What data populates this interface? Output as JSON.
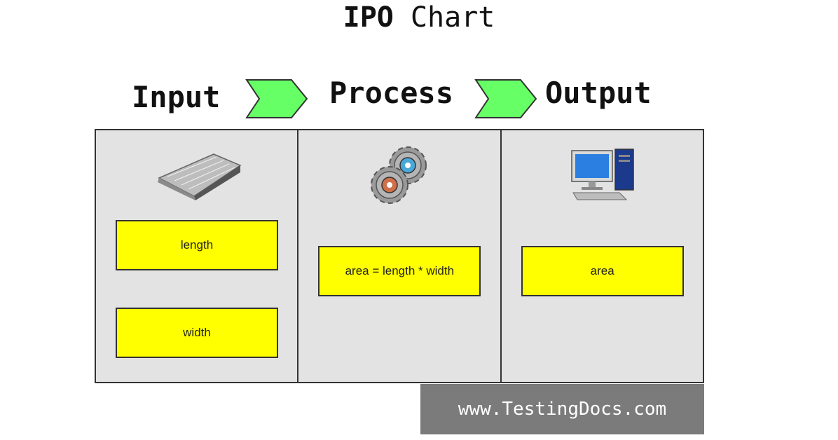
{
  "title": {
    "bold": "IPO",
    "rest": "Chart"
  },
  "phases": {
    "input": "Input",
    "process": "Process",
    "output": "Output"
  },
  "input_column": {
    "items": [
      "length",
      "width"
    ],
    "icon": "keyboard-icon"
  },
  "process_column": {
    "items": [
      "area = length * width"
    ],
    "icon": "gears-icon"
  },
  "output_column": {
    "items": [
      "area"
    ],
    "icon": "computer-icon"
  },
  "watermark": "www.TestingDocs.com",
  "colors": {
    "arrow": "#66ff66",
    "box": "#ffff00",
    "panel": "#e3e3e3",
    "watermark_bg": "#7b7b7b"
  }
}
